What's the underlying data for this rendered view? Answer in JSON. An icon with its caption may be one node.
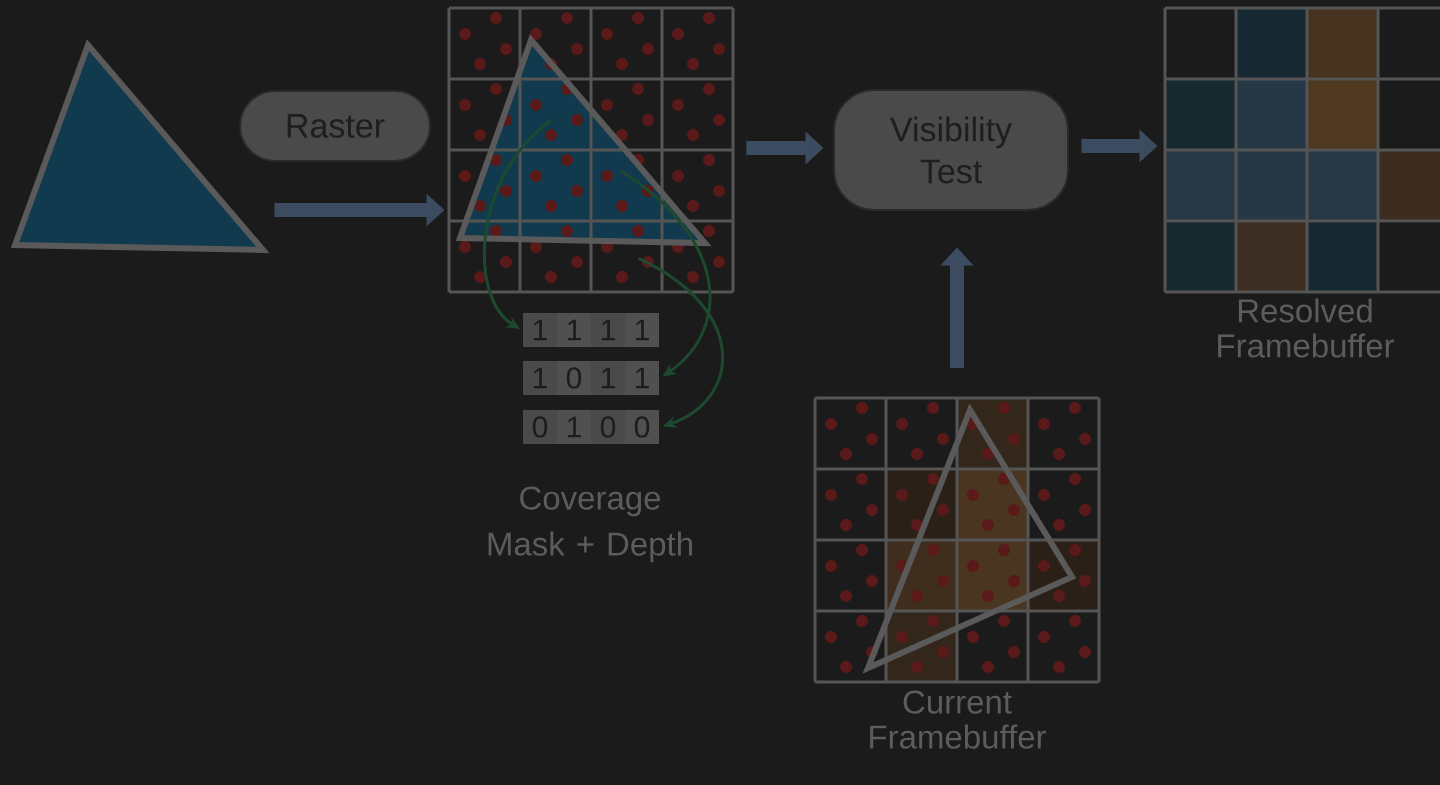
{
  "diagram": {
    "nodes": [
      {
        "text": [],
        "shape": "triangle"
      },
      {
        "text": [
          "Raster"
        ]
      },
      {
        "text": [],
        "shape": "grid"
      },
      {
        "text": [
          "1",
          "1",
          "1",
          "1"
        ]
      },
      {
        "text": [
          "1",
          "0",
          "1",
          "1"
        ]
      },
      {
        "text": [
          "0",
          "1",
          "0",
          "0"
        ]
      },
      {
        "text": [
          "Visibility Test"
        ]
      },
      {
        "text": [],
        "shape": "grid",
        "beside": [
          "Current Framebuffer"
        ]
      },
      {
        "text": [],
        "shape": "grid",
        "beside": [
          "Resolved Framebuffer"
        ]
      }
    ],
    "edges": [
      {
        "from": 0,
        "to": 2,
        "arrow": "to"
      },
      {
        "from": 2,
        "to": 6,
        "arrow": "to"
      },
      {
        "from": 6,
        "to": 8,
        "arrow": "to"
      },
      {
        "from": 7,
        "to": 6,
        "arrow": "to"
      },
      {
        "from": 2,
        "to": 3,
        "arrow": "to",
        "color": "#1d4a2e"
      },
      {
        "from": 2,
        "to": 4,
        "arrow": "to",
        "color": "#1d4a2e"
      },
      {
        "from": 2,
        "to": 5,
        "arrow": "to",
        "color": "#1d4a2e"
      }
    ],
    "labels": [
      "Coverage Mask + Depth"
    ]
  }
}
